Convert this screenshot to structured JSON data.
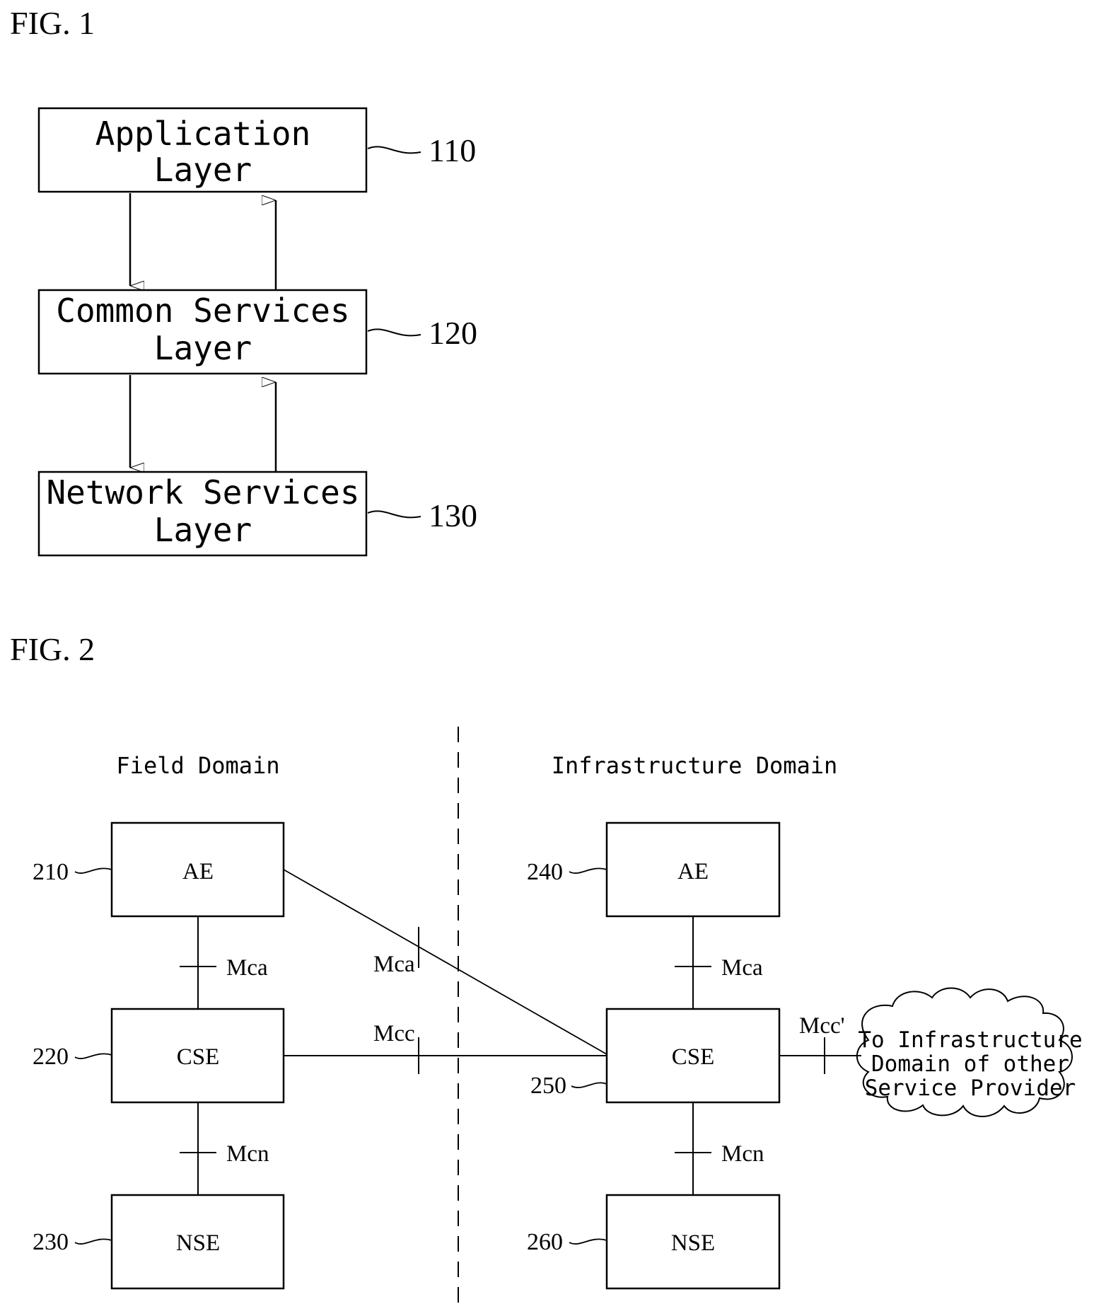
{
  "fig1": {
    "title": "FIG. 1",
    "layers": [
      {
        "line1": "Application",
        "line2": "Layer",
        "ref": "110"
      },
      {
        "line1": "Common Services",
        "line2": "Layer",
        "ref": "120"
      },
      {
        "line1": "Network Services",
        "line2": "Layer",
        "ref": "130"
      }
    ]
  },
  "fig2": {
    "title": "FIG. 2",
    "field_domain": "Field Domain",
    "infrastructure_domain": "Infrastructure Domain",
    "field_nodes": [
      {
        "label": "AE",
        "ref": "210"
      },
      {
        "label": "CSE",
        "ref": "220"
      },
      {
        "label": "NSE",
        "ref": "230"
      }
    ],
    "infra_nodes": [
      {
        "label": "AE",
        "ref": "240"
      },
      {
        "label": "CSE",
        "ref": "250"
      },
      {
        "label": "NSE",
        "ref": "260"
      }
    ],
    "ref_points": {
      "field_mca": "Mca",
      "field_mcn": "Mcn",
      "cross_mca": "Mca",
      "mcc": "Mcc",
      "infra_mca": "Mca",
      "infra_mcn": "Mcn",
      "mcc_prime": "Mcc'"
    },
    "cloud": {
      "line1": "To Infrastructure",
      "line2": "Domain of other",
      "line3": "Service Provider"
    }
  }
}
